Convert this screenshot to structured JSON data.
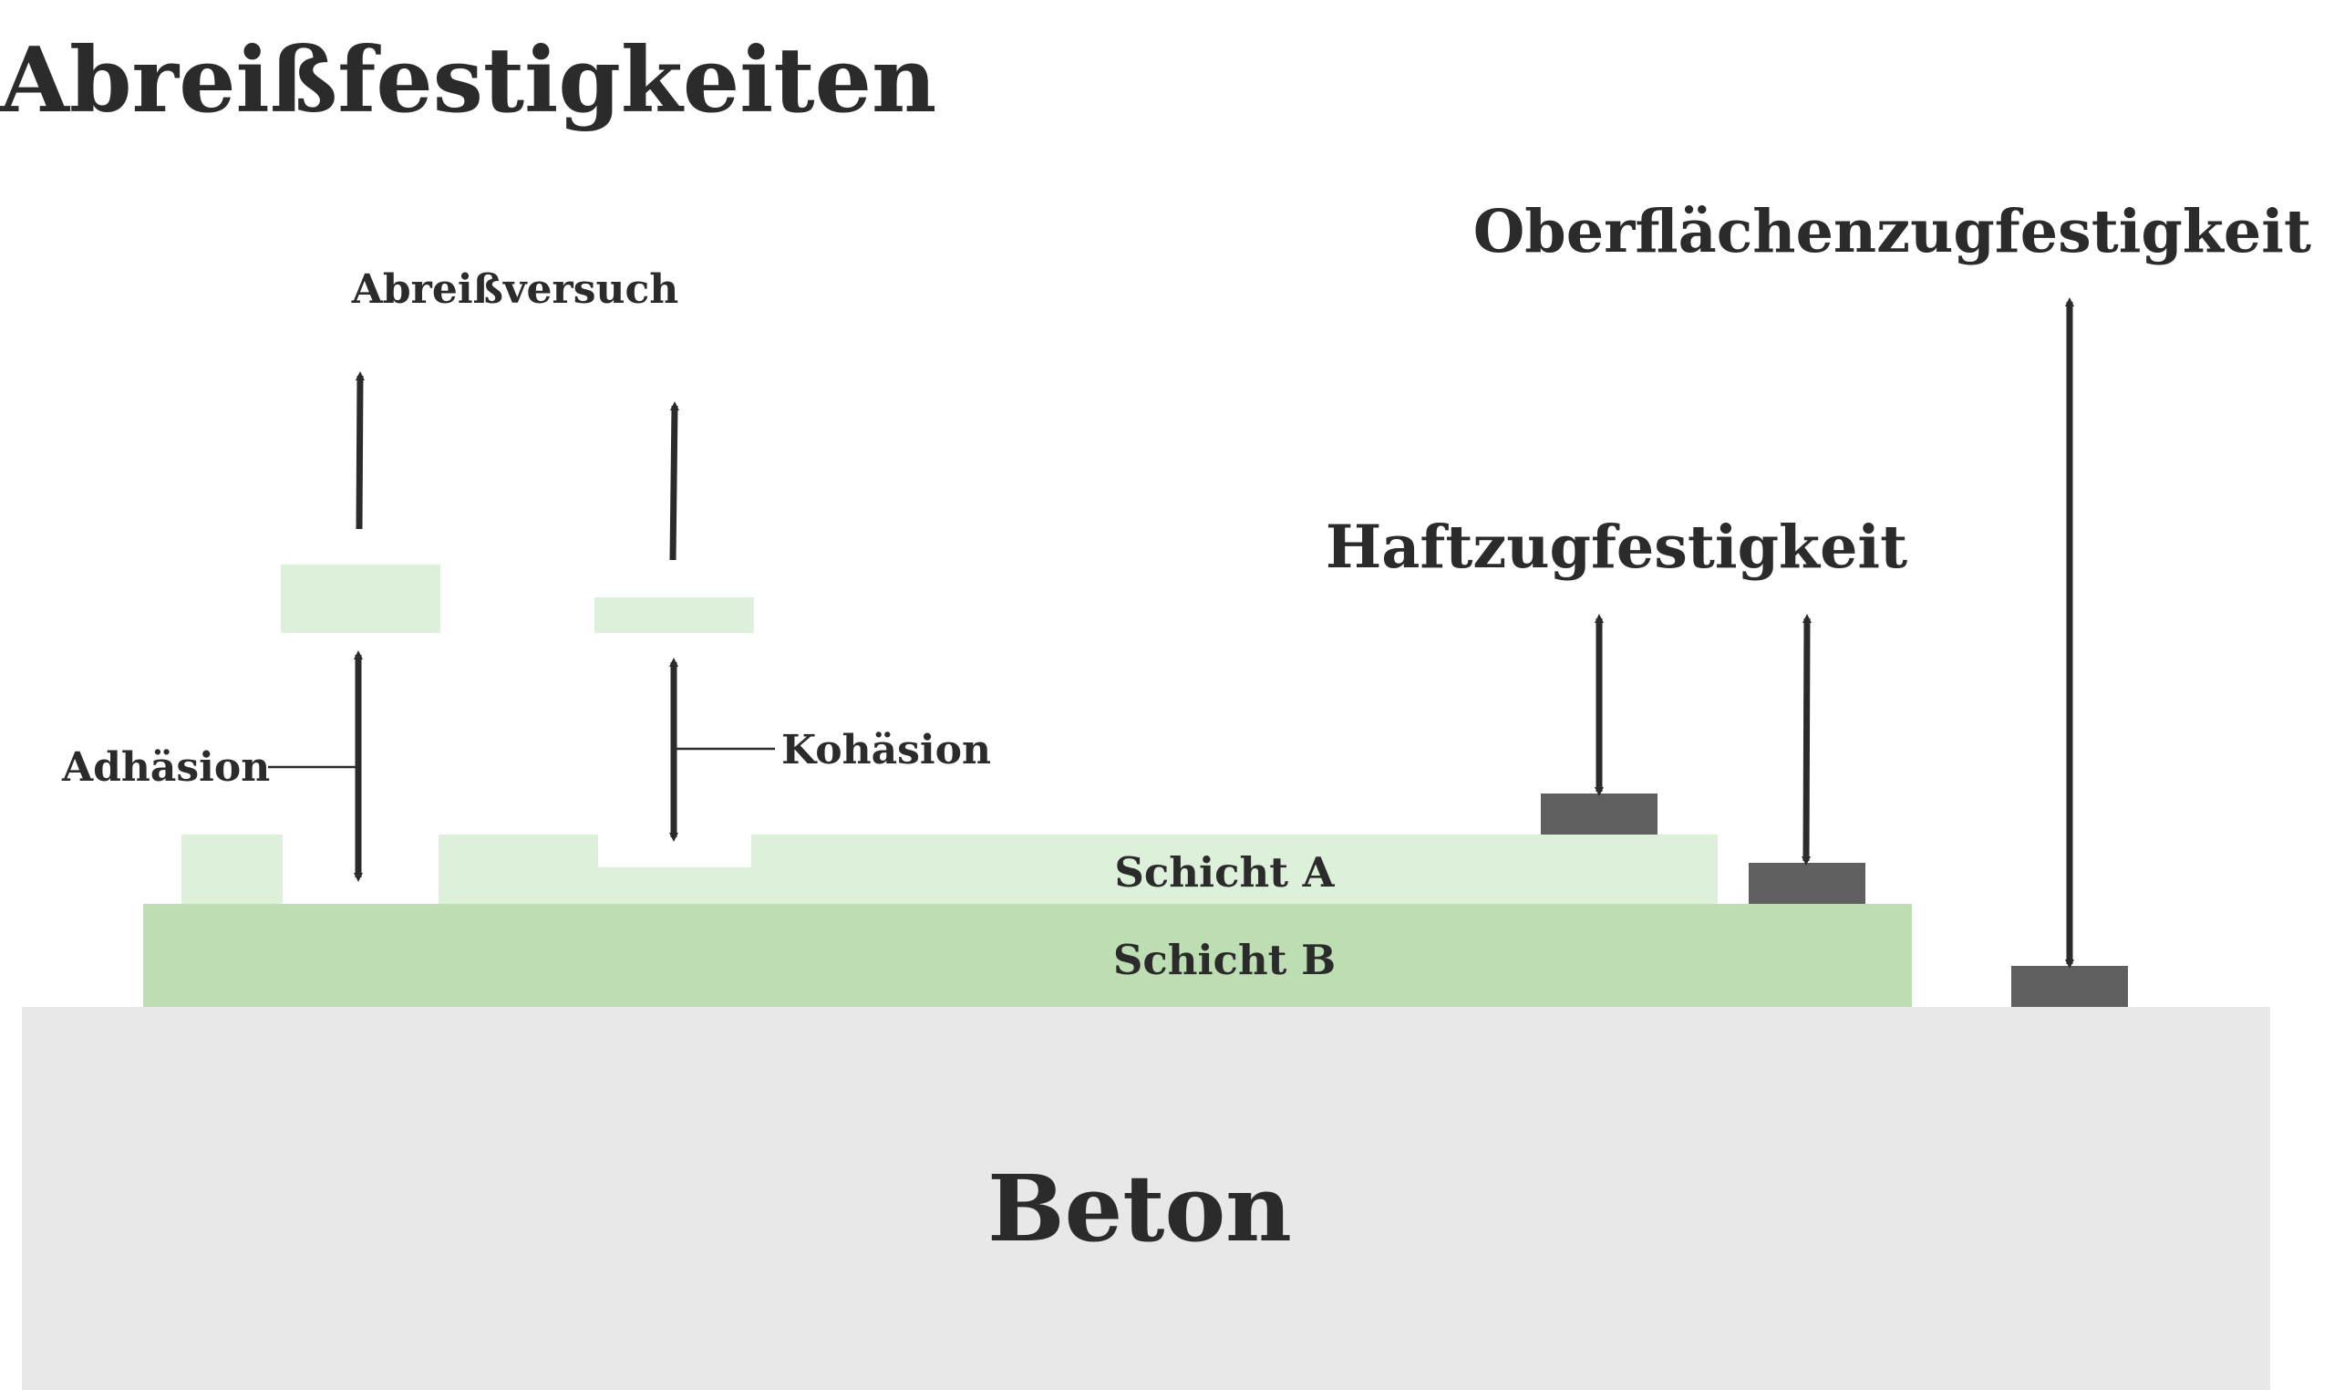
{
  "title": "Abreißfestigkeiten",
  "labels": {
    "pull_test": "Abreißversuch",
    "adhesion": "Adhäsion",
    "cohesion": "Kohäsion",
    "bond_strength": "Haftzugfestigkeit",
    "surface_strength": "Oberflächenzugfestigkeit",
    "layer_a": "Schicht A",
    "layer_b": "Schicht B",
    "substrate": "Beton"
  },
  "colors": {
    "text": "#2b2b2b",
    "arrow": "#2b2b2b",
    "layer_a": "#ddf0da",
    "layer_b": "#bcdeb2",
    "substrate": "#e8e8e8",
    "test_stamp": "#5f5f5f"
  }
}
